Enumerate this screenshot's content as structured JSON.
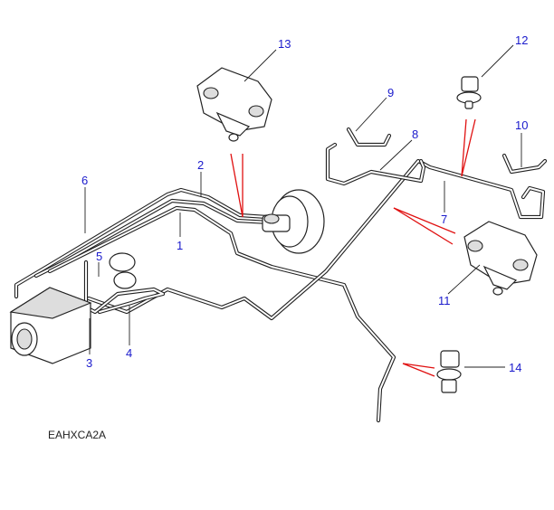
{
  "diagram": {
    "title_code": "EAHXCA2A",
    "callouts": [
      {
        "id": "1",
        "label": "1"
      },
      {
        "id": "2",
        "label": "2"
      },
      {
        "id": "3",
        "label": "3"
      },
      {
        "id": "4",
        "label": "4"
      },
      {
        "id": "5",
        "label": "5"
      },
      {
        "id": "6",
        "label": "6"
      },
      {
        "id": "7",
        "label": "7"
      },
      {
        "id": "8",
        "label": "8"
      },
      {
        "id": "9",
        "label": "9"
      },
      {
        "id": "10",
        "label": "10"
      },
      {
        "id": "11",
        "label": "11"
      },
      {
        "id": "12",
        "label": "12"
      },
      {
        "id": "13",
        "label": "13"
      },
      {
        "id": "14",
        "label": "14"
      }
    ],
    "colors": {
      "callout_text": "#1a1acc",
      "leader_line": "#222222",
      "attachment_line": "#e01010"
    }
  }
}
